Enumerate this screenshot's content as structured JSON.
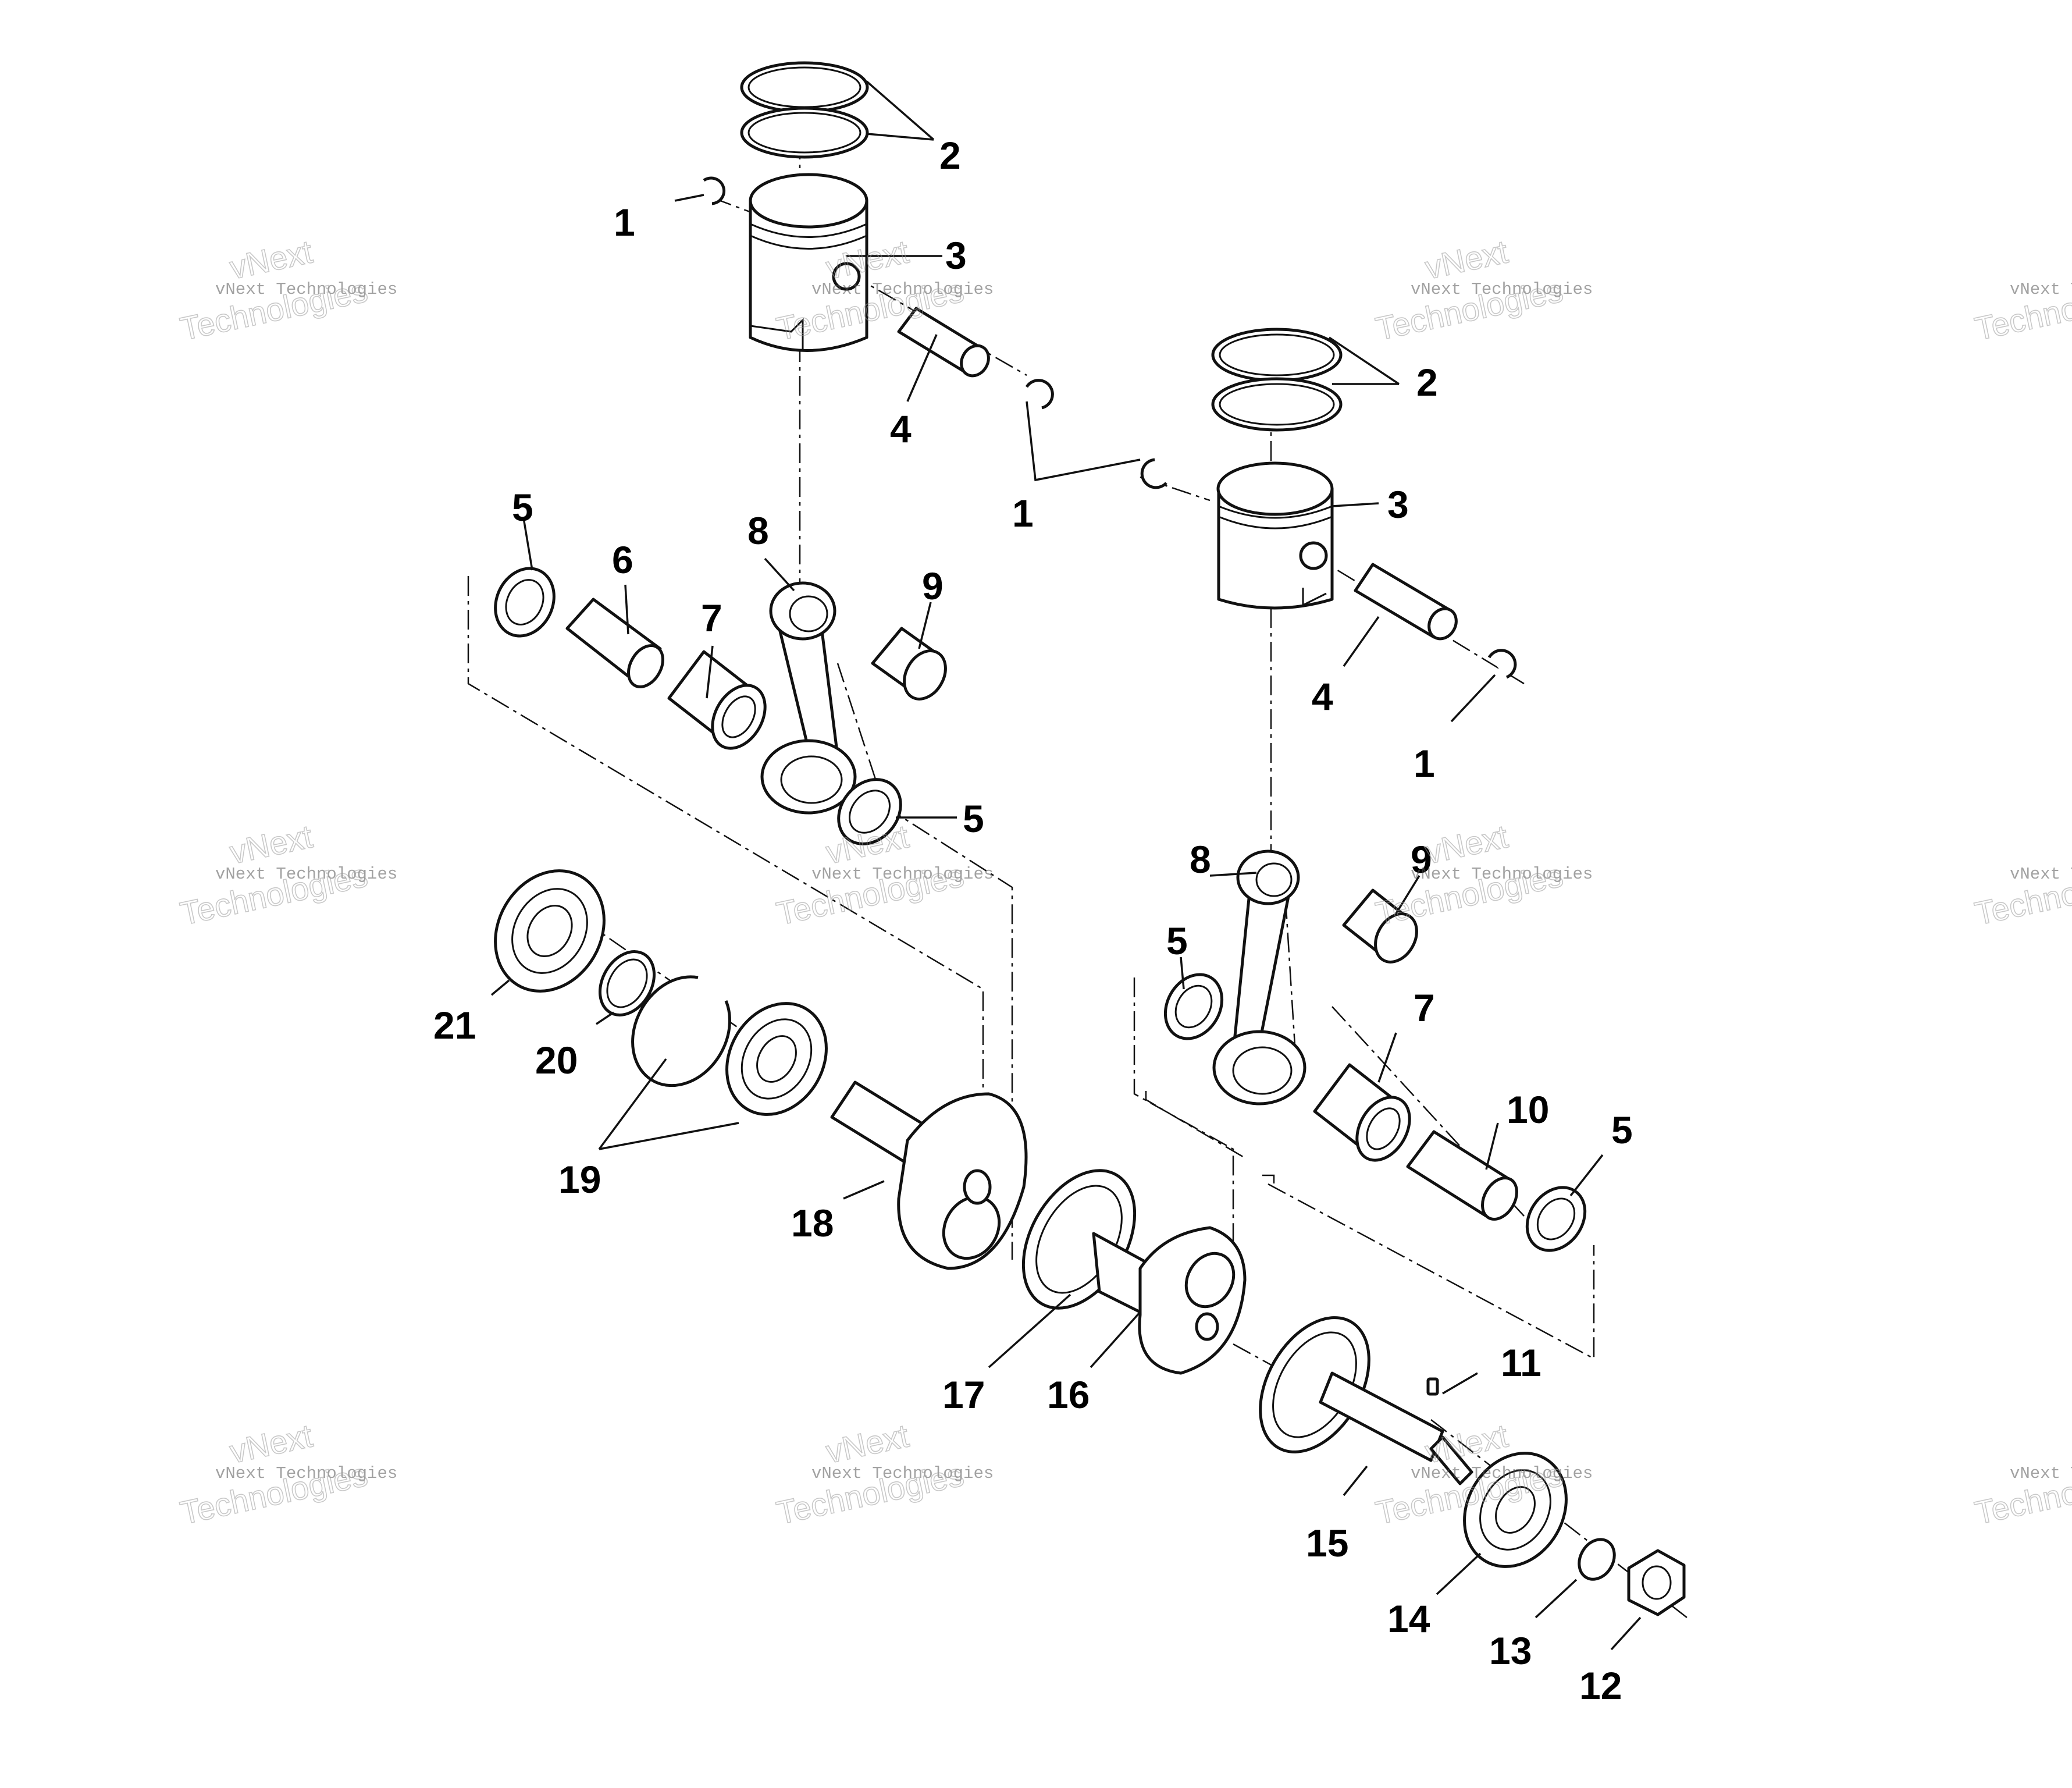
{
  "watermark": {
    "line_small": "vNext Technologies",
    "line_big": "Technologies",
    "line_top": "vNext"
  },
  "callouts": {
    "c1_a": "1",
    "c1_b": "1",
    "c1_c": "1",
    "c2_a": "2",
    "c2_b": "2",
    "c3_a": "3",
    "c3_b": "3",
    "c4_a": "4",
    "c4_b": "4",
    "c5_a": "5",
    "c5_b": "5",
    "c5_c": "5",
    "c5_d": "5",
    "c6": "6",
    "c7_a": "7",
    "c7_b": "7",
    "c8_a": "8",
    "c8_b": "8",
    "c9_a": "9",
    "c9_b": "9",
    "c10": "10",
    "c11": "11",
    "c12": "12",
    "c13": "13",
    "c14": "14",
    "c15": "15",
    "c16": "16",
    "c17": "17",
    "c18": "18",
    "c19": "19",
    "c20": "20",
    "c21": "21"
  }
}
